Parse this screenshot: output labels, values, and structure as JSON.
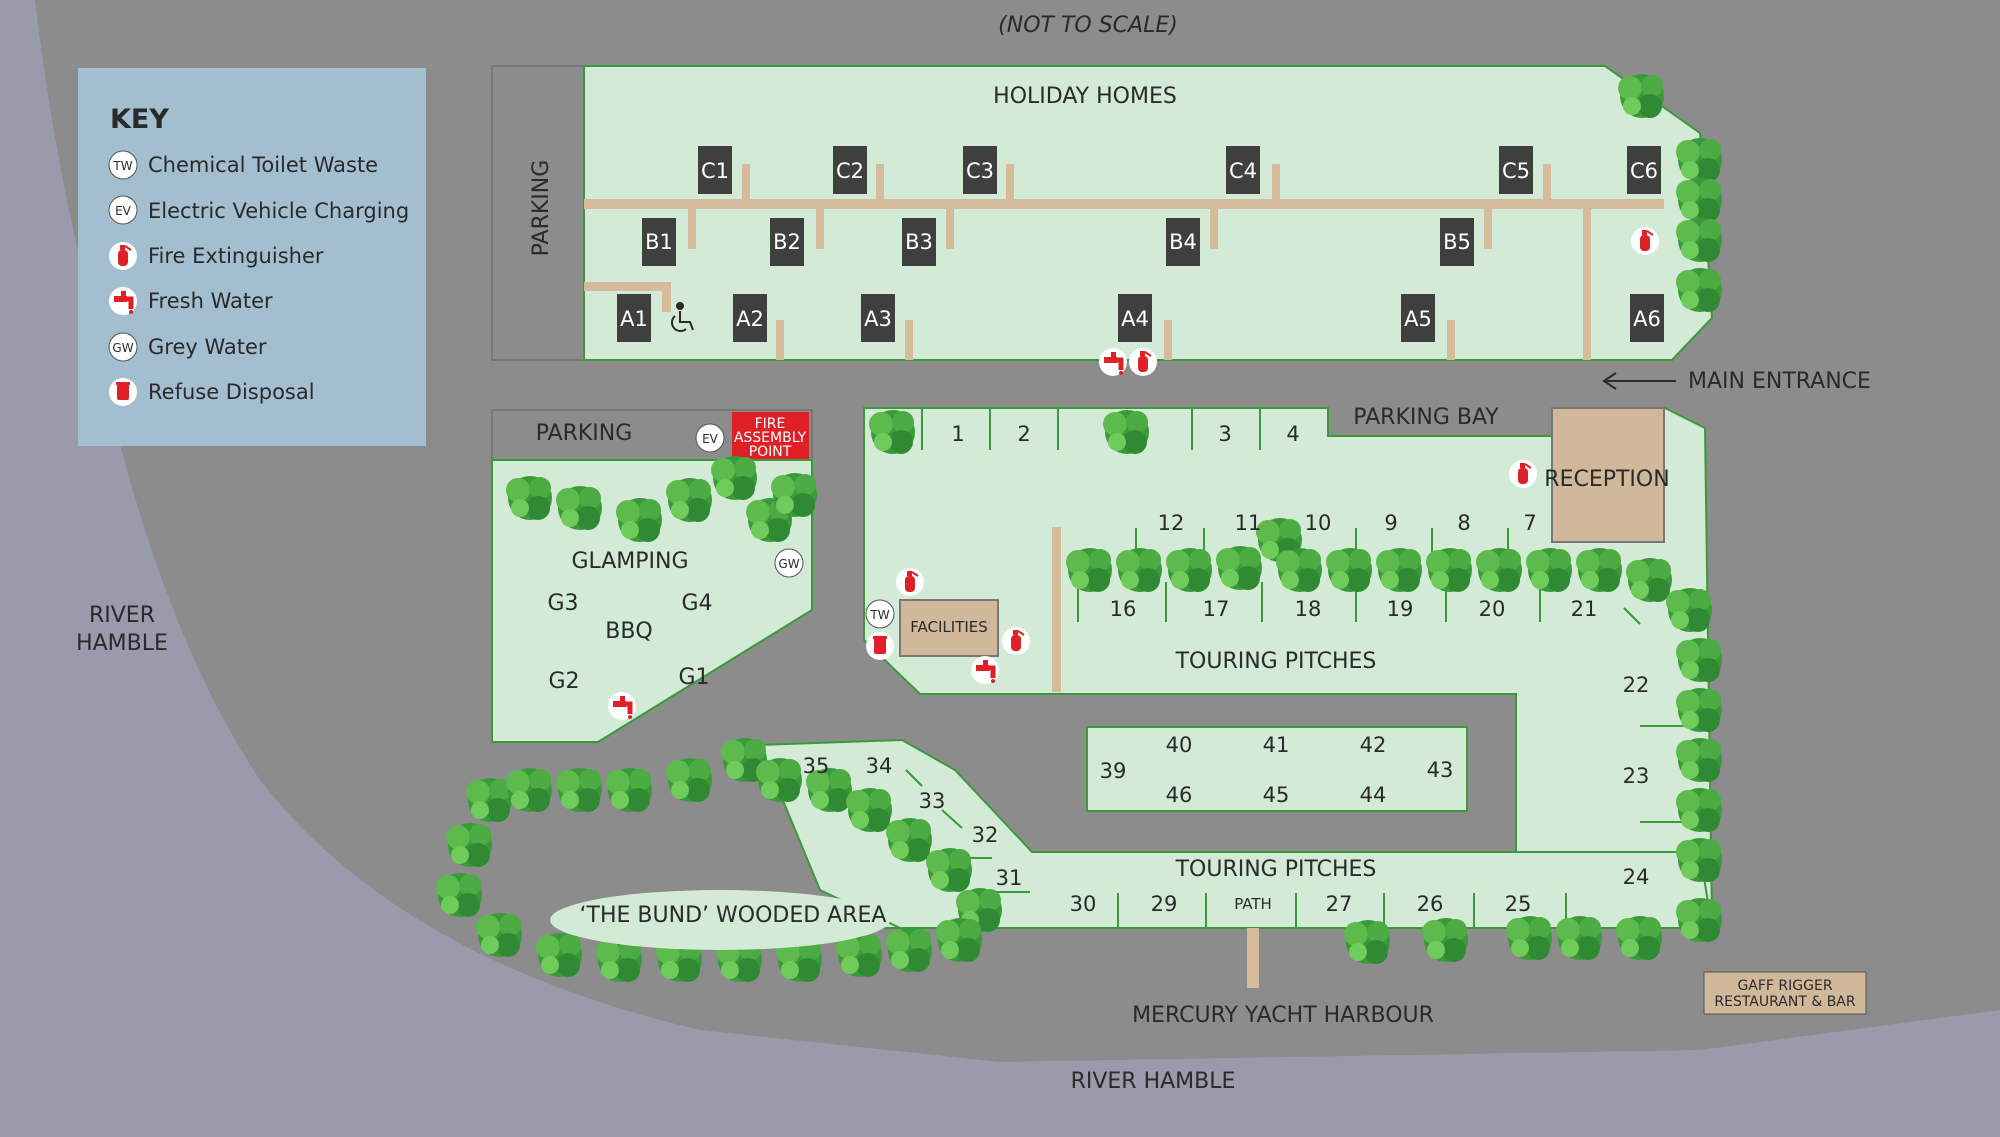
{
  "map": {
    "scale_note": "(NOT TO SCALE)",
    "river_left": [
      "RIVER",
      "HAMBLE"
    ],
    "river_bottom": "RIVER HAMBLE",
    "harbour": "MERCURY YACHT HARBOUR",
    "main_entrance": "MAIN ENTRANCE",
    "colors": {
      "river": "#9a9aad",
      "land": "#8c8c8c",
      "grass": "#d2ead6",
      "unit": "#3f3f3f",
      "path": "#d4bb9c",
      "key_bg": "#a3bfcf",
      "fire_assembly": "#e02027",
      "tree": "#3a9a3a",
      "reception": "#d1b89b"
    }
  },
  "key": {
    "title": "KEY",
    "items": [
      {
        "badge": "TW",
        "icon": "chemical-toilet-icon",
        "label": "Chemical Toilet Waste"
      },
      {
        "badge": "EV",
        "icon": "ev-charging-icon",
        "label": "Electric Vehicle Charging"
      },
      {
        "badge": "",
        "icon": "fire-extinguisher-icon",
        "label": "Fire Extinguisher"
      },
      {
        "badge": "",
        "icon": "water-tap-icon",
        "label": "Fresh Water"
      },
      {
        "badge": "GW",
        "icon": "grey-water-icon",
        "label": "Grey Water"
      },
      {
        "badge": "",
        "icon": "refuse-bin-icon",
        "label": "Refuse Disposal"
      }
    ]
  },
  "holiday_homes": {
    "title": "HOLIDAY HOMES",
    "parking": "PARKING",
    "units": {
      "c": [
        "C1",
        "C2",
        "C3",
        "C4",
        "C5",
        "C6"
      ],
      "b": [
        "B1",
        "B2",
        "B3",
        "B4",
        "B5"
      ],
      "a": [
        "A1",
        "A2",
        "A3",
        "A4",
        "A5",
        "A6"
      ]
    }
  },
  "glamping": {
    "parking": "PARKING",
    "ev_badge": "EV",
    "fire_assembly": [
      "FIRE",
      "ASSEMBLY",
      "POINT"
    ],
    "title": "GLAMPING",
    "gw_badge": "GW",
    "units": [
      "G3",
      "G4",
      "BBQ",
      "G2",
      "G1"
    ]
  },
  "touring": {
    "parking_bay": "PARKING BAY",
    "reception": "RECEPTION",
    "facilities": "FACILITIES",
    "tw_badge": "TW",
    "title_upper": "TOURING PITCHES",
    "title_lower": "TOURING PITCHES",
    "path": "PATH",
    "pitches": {
      "p1": "1",
      "p2": "2",
      "p3": "3",
      "p4": "4",
      "p7": "7",
      "p8": "8",
      "p9": "9",
      "p10": "10",
      "p11": "11",
      "p12": "12",
      "p16": "16",
      "p17": "17",
      "p18": "18",
      "p19": "19",
      "p20": "20",
      "p21": "21",
      "p22": "22",
      "p23": "23",
      "p24": "24",
      "p25": "25",
      "p26": "26",
      "p27": "27",
      "p29": "29",
      "p30": "30",
      "p31": "31",
      "p32": "32",
      "p33": "33",
      "p34": "34",
      "p35": "35",
      "p39": "39",
      "p40": "40",
      "p41": "41",
      "p42": "42",
      "p43": "43",
      "p44": "44",
      "p45": "45",
      "p46": "46"
    }
  },
  "bund": "‘THE BUND’ WOODED AREA",
  "gaff_rigger": [
    "GAFF RIGGER",
    "RESTAURANT & BAR"
  ]
}
